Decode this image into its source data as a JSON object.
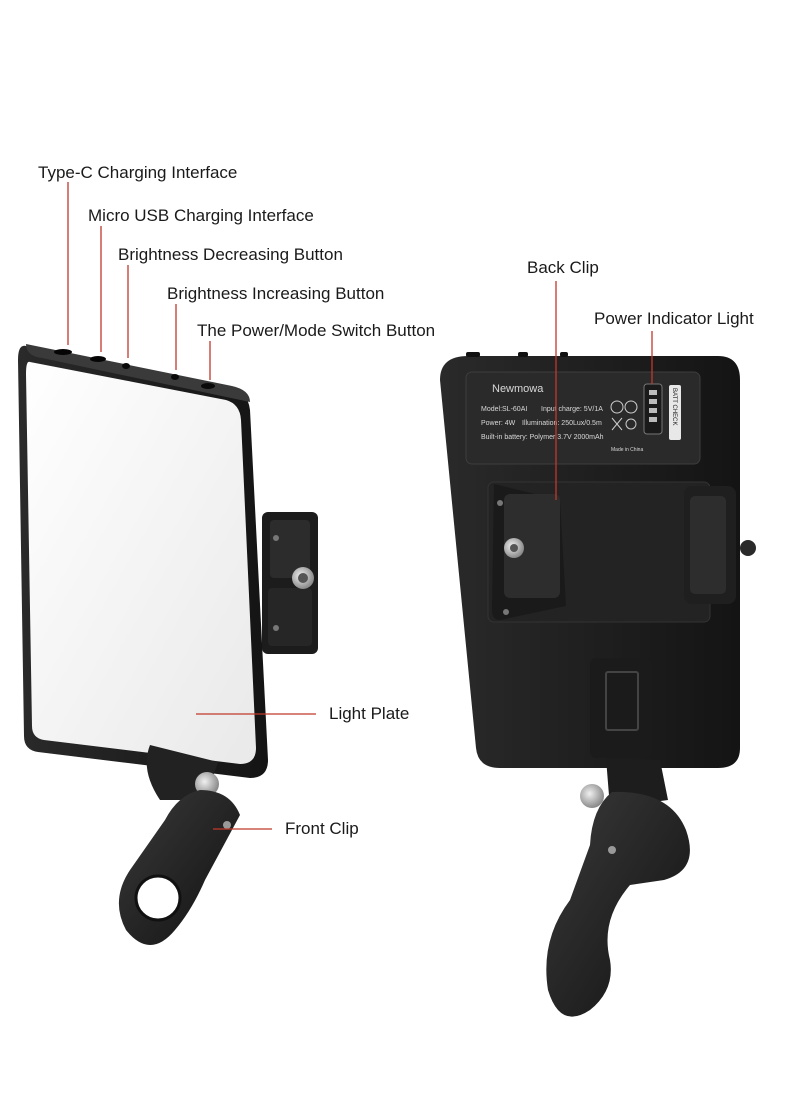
{
  "callouts": {
    "type_c": "Type-C Charging Interface",
    "micro_usb": "Micro USB Charging Interface",
    "brightness_decrease": "Brightness Decreasing Button",
    "brightness_increase": "Brightness Increasing Button",
    "power_mode": "The Power/Mode Switch Button",
    "light_plate": "Light Plate",
    "front_clip": "Front Clip",
    "back_clip": "Back Clip",
    "power_indicator": "Power Indicator Light"
  },
  "device_label": {
    "brand": "Newmowa",
    "model": "Model:SL-60AI",
    "input": "Input charge: 5V/1A",
    "power": "Power: 4W",
    "illumination": "Illumination: 250Lux/0.5m",
    "battery": "Built-in battery: Polymer 3.7V 2000mAh",
    "made_in": "Made in China",
    "batt_check": "BATT CHECK"
  },
  "colors": {
    "leader_line": "#c0392b",
    "device_body": "#1e1e1e",
    "light_plate": "#f4f4f4",
    "label_sticker": "#2a2a2a"
  }
}
